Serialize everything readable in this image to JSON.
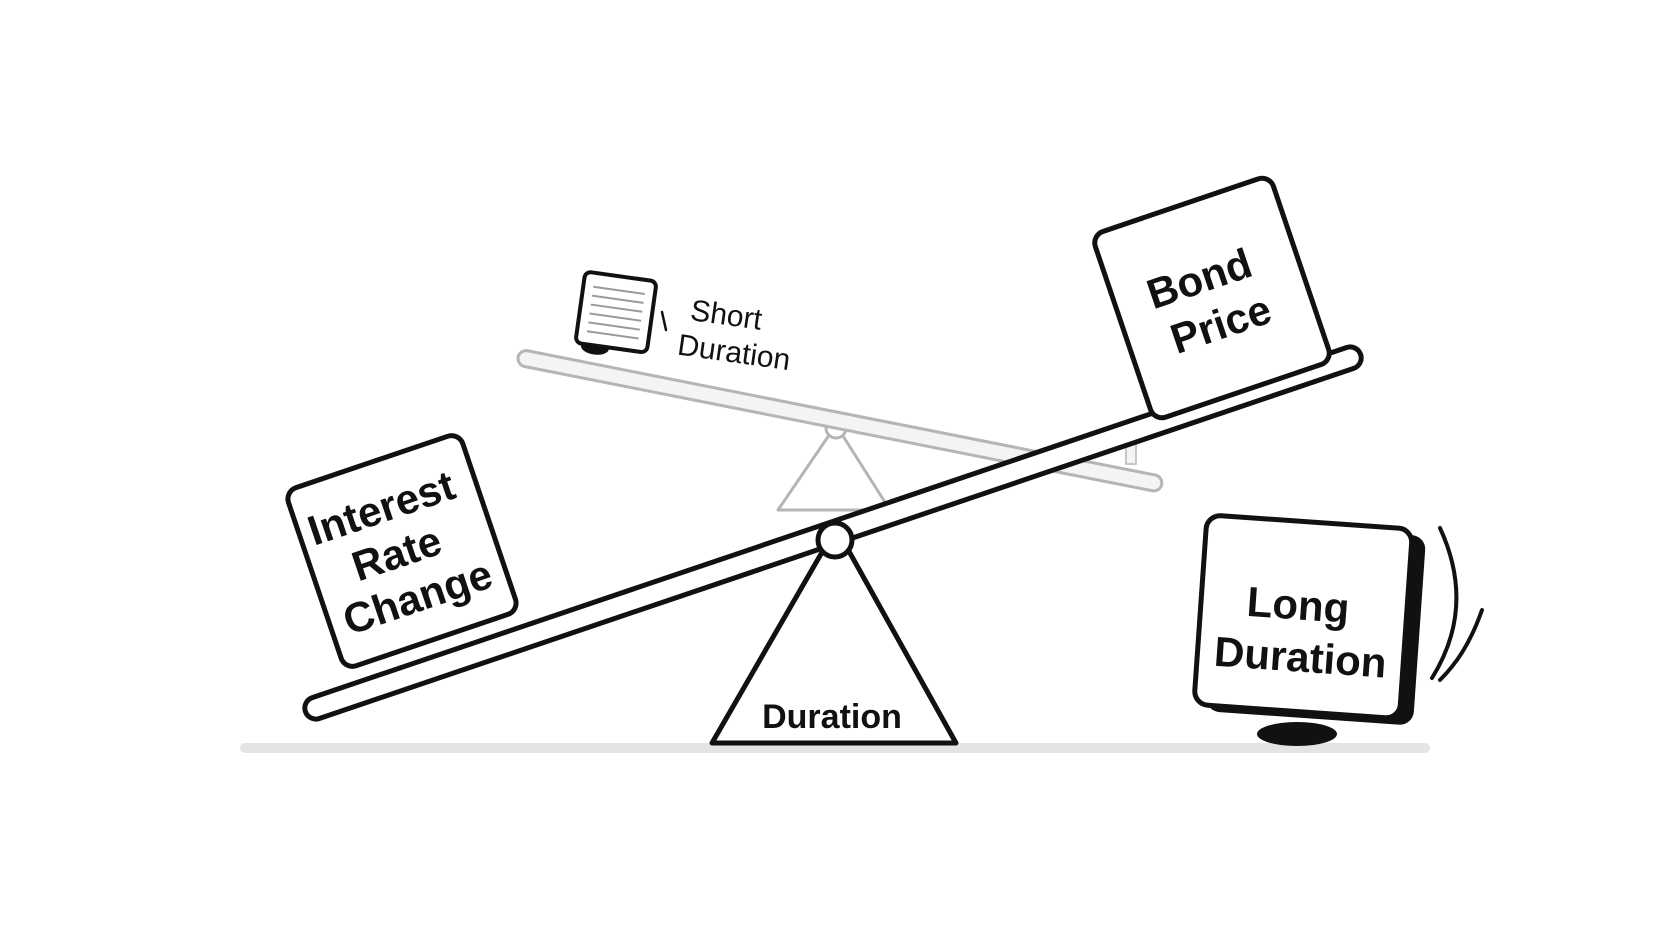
{
  "diagram": {
    "left_box_lines": [
      "Interest",
      "Rate",
      "Change"
    ],
    "right_box_lines": [
      "Bond",
      "Price"
    ],
    "fulcrum_label": "Duration",
    "short_duration_lines": [
      "Short",
      "Duration"
    ],
    "long_duration_lines": [
      "Long",
      "Duration"
    ],
    "colors": {
      "ink": "#111111",
      "ghost": "#b5b5b5",
      "ground": "#e4e4e4"
    }
  }
}
